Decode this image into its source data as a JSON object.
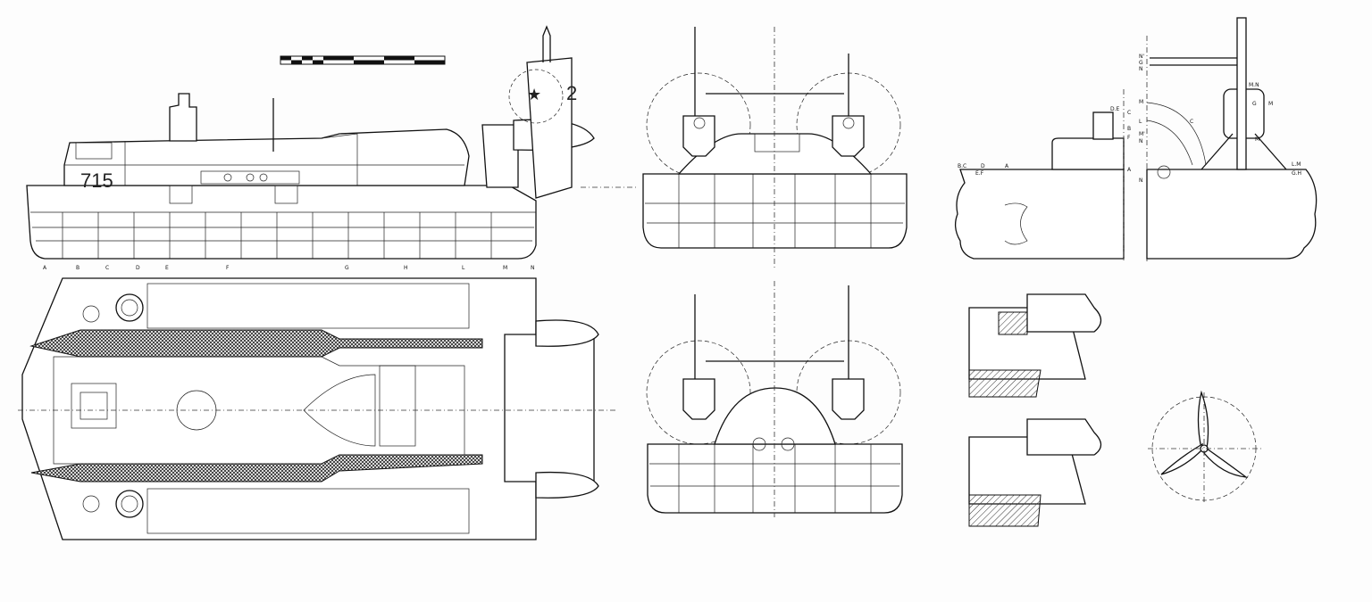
{
  "hull_number": "715",
  "fin_number": "2",
  "stations": [
    "A",
    "B",
    "C",
    "D",
    "E",
    "F",
    "G",
    "H",
    "L",
    "M",
    "N"
  ],
  "section_labels_bow": [
    "D.E",
    "C",
    "B",
    "F",
    "A",
    "B.C",
    "D",
    "A",
    "E.F"
  ],
  "section_labels_stern": [
    "N'",
    "G",
    "N",
    "M",
    "L",
    "M'",
    "N",
    "M",
    "C",
    "M.N",
    "G",
    "M",
    "M",
    "L.M",
    "G.H",
    "N"
  ],
  "colors": {
    "ink": "#111111",
    "paper": "#fdfdfd"
  }
}
